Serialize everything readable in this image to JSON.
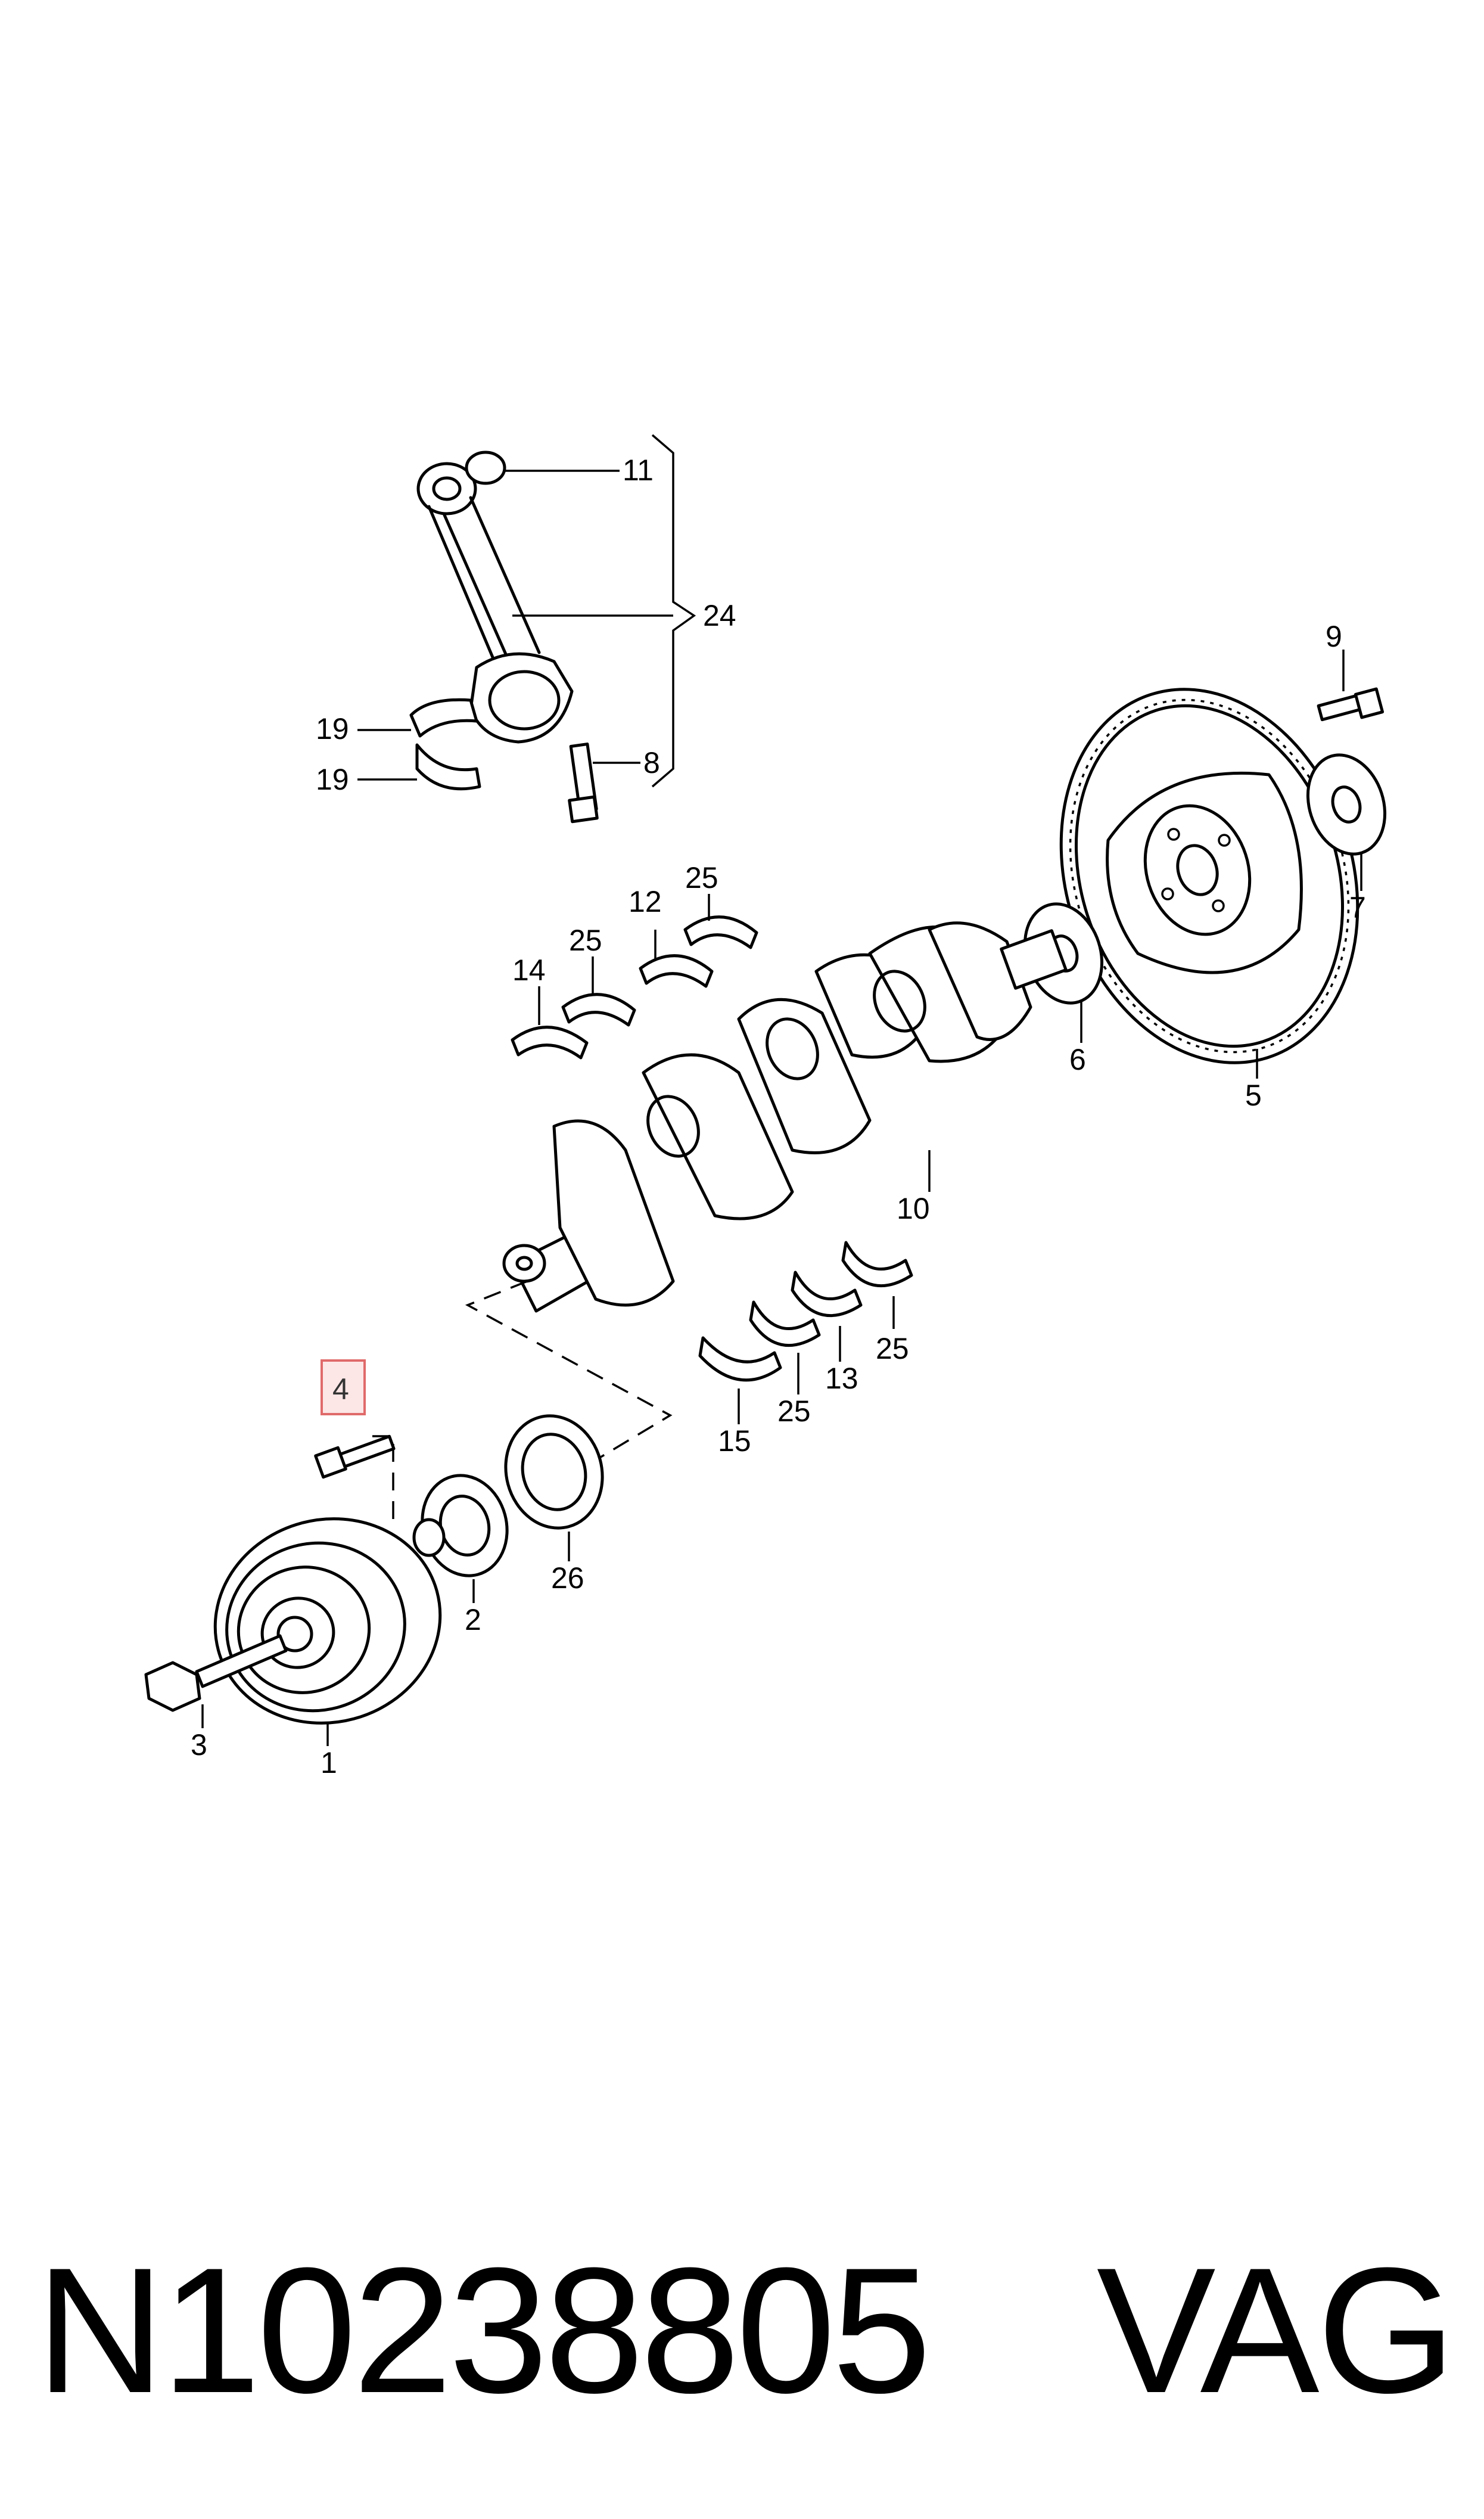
{
  "diagram": {
    "callouts": {
      "c1": "1",
      "c2": "2",
      "c3": "3",
      "c4": "4",
      "c5": "5",
      "c6": "6",
      "c7": "7",
      "c8": "8",
      "c9": "9",
      "c10": "10",
      "c11": "11",
      "c12": "12",
      "c13": "13",
      "c14": "14",
      "c15": "15",
      "c19a": "19",
      "c19b": "19",
      "c24": "24",
      "c25a": "25",
      "c25b": "25",
      "c25c": "25",
      "c25d": "25",
      "c26": "26"
    },
    "highlighted_callout": "4"
  },
  "footer": {
    "part_number": "N10238805",
    "brand": "VAG"
  }
}
